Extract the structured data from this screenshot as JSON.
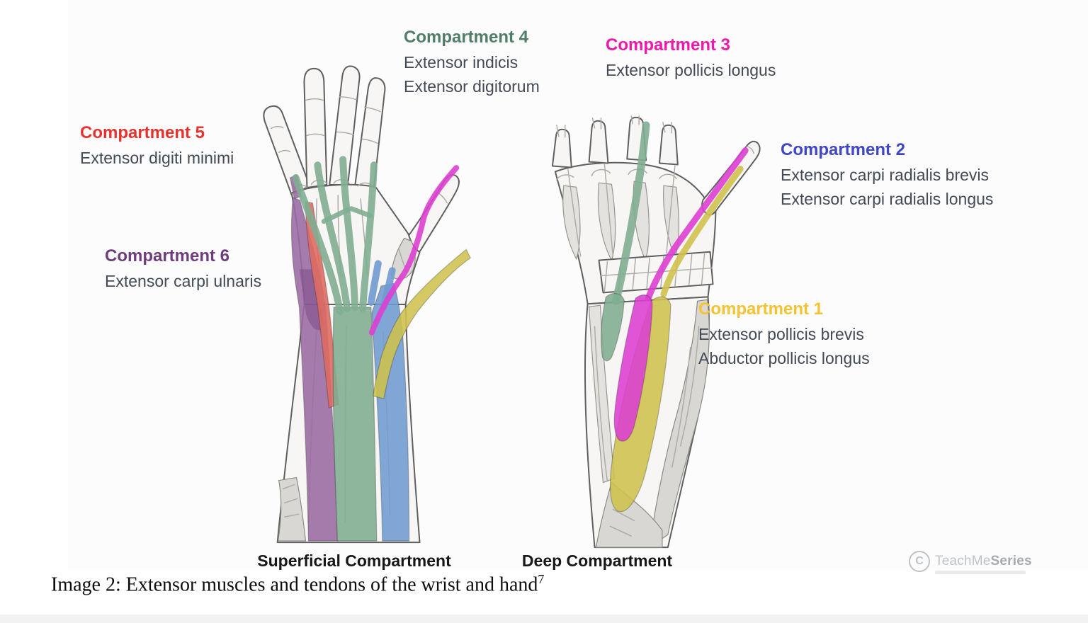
{
  "figure_caption": {
    "prefix": "Image 2: ",
    "text": "Extensor muscles and tendons of the wrist and hand",
    "superscript": "7"
  },
  "labels": [
    {
      "title": "Compartment 1",
      "lines": [
        "Extensor pollicis brevis",
        "Abductor pollicis longus"
      ]
    },
    {
      "title": "Compartment 2",
      "lines": [
        "Extensor carpi radialis brevis",
        "Extensor carpi radialis longus"
      ]
    },
    {
      "title": "Compartment 3",
      "lines": [
        "Extensor pollicis longus"
      ]
    },
    {
      "title": "Compartment 4",
      "lines": [
        "Extensor indicis",
        "Extensor digitorum"
      ]
    },
    {
      "title": "Compartment 5",
      "lines": [
        "Extensor digiti minimi"
      ]
    },
    {
      "title": "Compartment 6",
      "lines": [
        "Extensor carpi ulnaris"
      ]
    }
  ],
  "panel_captions": {
    "superficial": "Superficial Compartment",
    "deep": "Deep Compartment"
  },
  "watermark": {
    "symbol": "C",
    "name_regular": "TeachMe",
    "name_bold": "Series"
  },
  "colors": {
    "comp1": "#f5c331",
    "comp2": "#4046c8",
    "comp3": "#ef18ad",
    "comp4": "#4f7d68",
    "comp5": "#e8322e",
    "comp6": "#6f3d7d",
    "muscle": "#434a55",
    "ov-purple": "#9a6ba3",
    "ov-red": "#e06a60",
    "ov-green": "#7fae92",
    "ov-blue": "#6f9bd1",
    "ov-yellow": "#cfc24d",
    "ov-magenta": "#dd3fd2",
    "sketch-line": "#5f5f5f",
    "sketch-fill": "#f7f6f4",
    "wm": "#bfc3c6"
  }
}
